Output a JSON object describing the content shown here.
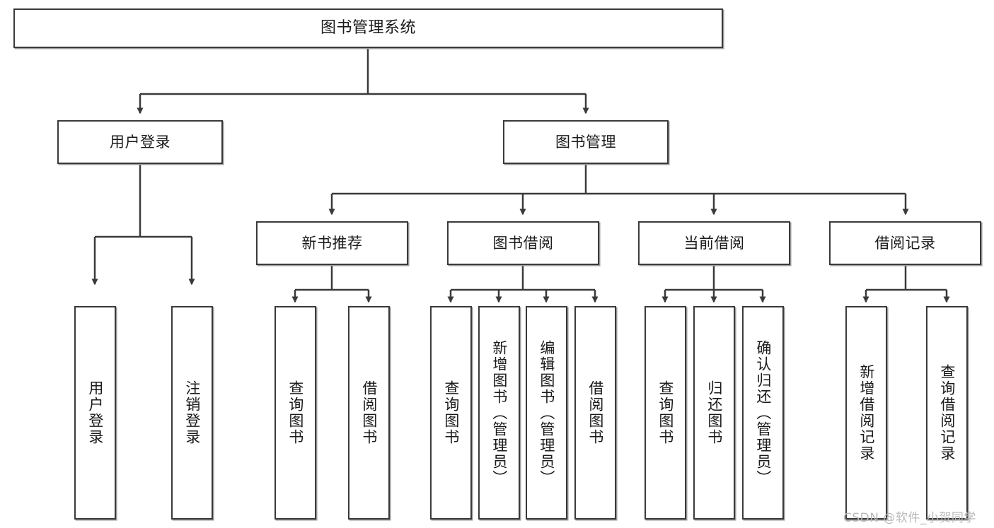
{
  "diagram": {
    "title": "图书管理系统",
    "watermark": "CSDN @软件_小贺同学",
    "colors": {
      "background": "#ffffff",
      "box_border": "#3a3a3a",
      "box_fill": "#ffffff",
      "connector": "#3a3a3a",
      "shadow": "#9a9a9a",
      "watermark_text": "#b9b9b9"
    },
    "root": {
      "label": "图书管理系统"
    },
    "level2": [
      {
        "label": "用户登录"
      },
      {
        "label": "图书管理"
      }
    ],
    "level3": [
      {
        "label": "新书推荐"
      },
      {
        "label": "图书借阅"
      },
      {
        "label": "当前借阅"
      },
      {
        "label": "借阅记录"
      }
    ],
    "leaves": {
      "user_login": [
        {
          "label": "用户登录"
        },
        {
          "label": "注销登录"
        }
      ],
      "new_book_recommend": [
        {
          "label": "查询图书"
        },
        {
          "label": "借阅图书"
        }
      ],
      "book_borrow": [
        {
          "label": "查询图书"
        },
        {
          "label": "新增图书（管理员）"
        },
        {
          "label": "编辑图书（管理员）"
        },
        {
          "label": "借阅图书"
        }
      ],
      "current_borrow": [
        {
          "label": "查询图书"
        },
        {
          "label": "归还图书"
        },
        {
          "label": "确认归还（管理员）"
        }
      ],
      "borrow_record": [
        {
          "label": "新增借阅记录"
        },
        {
          "label": "查询借阅记录"
        }
      ]
    }
  }
}
